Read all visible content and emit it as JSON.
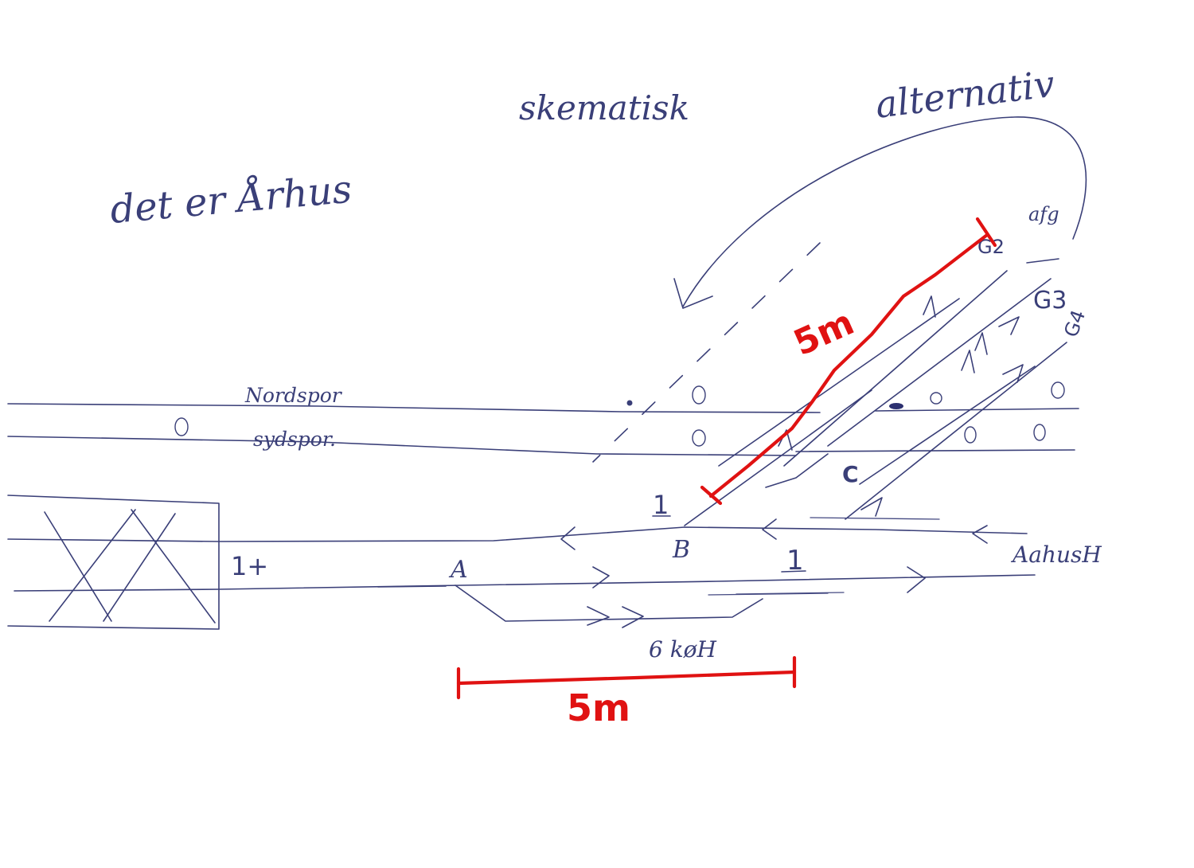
{
  "labels": {
    "title_schematic": "skematisk",
    "alternative": "alternativ",
    "location": "det er Århus",
    "nordspor": "Nordspor",
    "sydspor": "sydspor.",
    "one_plus": "1+",
    "one_top": "1",
    "one_bottom": "1",
    "point_a": "A",
    "point_b": "B",
    "point_c": "C",
    "aarhus_h": "AahusH",
    "six_koeh": "6 køH",
    "g2": "G2",
    "g3": "G3",
    "g4": "G4",
    "afg": "afg"
  },
  "measurements": {
    "diagonal": "5m",
    "horizontal": "5m"
  },
  "colors": {
    "ink": "#3a3f78",
    "measure": "#e01212",
    "paper": "#ffffff"
  }
}
